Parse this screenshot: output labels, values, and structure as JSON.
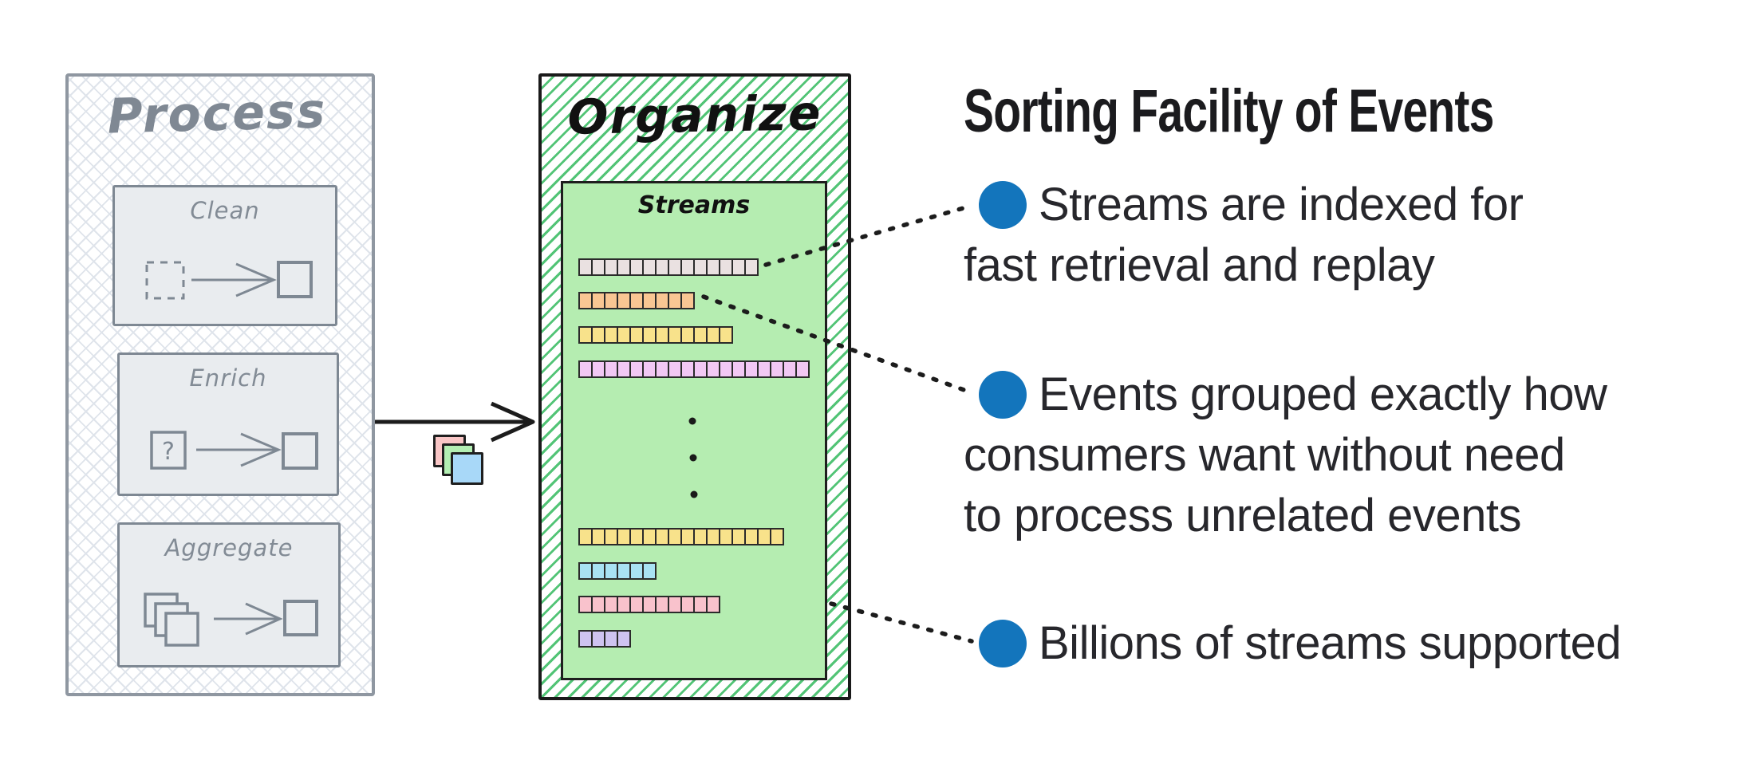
{
  "process": {
    "title": "Process",
    "steps": [
      {
        "label": "Clean"
      },
      {
        "label": "Enrich",
        "icon_glyph": "?"
      },
      {
        "label": "Aggregate"
      }
    ]
  },
  "organize": {
    "title": "Organize",
    "streams_label": "Streams",
    "stream_bars": [
      {
        "segments": 14,
        "color": "#eae1e1"
      },
      {
        "segments": 9,
        "color": "#f9c693"
      },
      {
        "segments": 12,
        "color": "#f8e28b"
      },
      {
        "segments": 18,
        "color": "#f2c8f4"
      },
      {
        "segments": 16,
        "color": "#f8e28b"
      },
      {
        "segments": 6,
        "color": "#a9e2f3"
      },
      {
        "segments": 11,
        "color": "#f9c2cc"
      },
      {
        "segments": 4,
        "color": "#cfc3f1"
      }
    ]
  },
  "packet_colors": [
    "#f9c6c6",
    "#b3efb3",
    "#a8d8f8"
  ],
  "callouts": {
    "title": "Sorting Facility of Events",
    "bullet_color": "#1375bc",
    "items": [
      {
        "lines": [
          "Streams are indexed for",
          "fast retrieval and replay"
        ]
      },
      {
        "lines": [
          "Events grouped exactly how",
          "consumers want without need",
          "to process unrelated events"
        ]
      },
      {
        "lines": [
          "Billions of streams supported"
        ]
      }
    ]
  }
}
